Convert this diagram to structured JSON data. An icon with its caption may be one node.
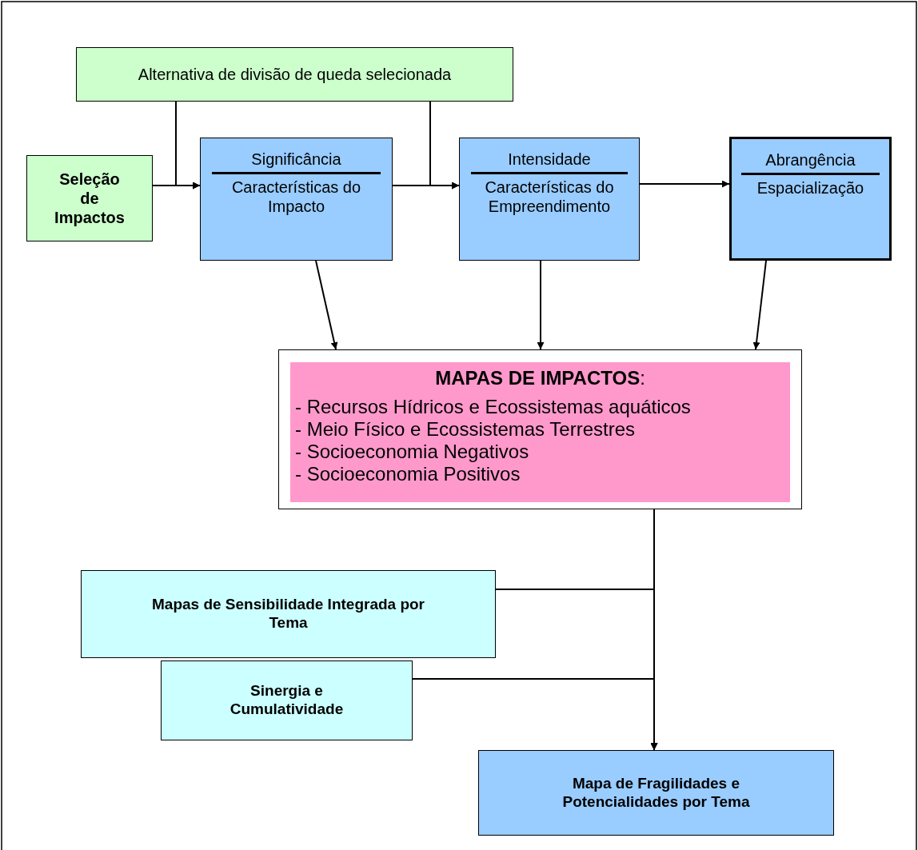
{
  "diagram": {
    "nodes": [
      {
        "text": [
          "Alternativa de divisão de queda selecionada"
        ]
      },
      {
        "text": [
          "Seleção de Impactos"
        ]
      },
      {
        "text": [
          "Significância",
          "Características do Impacto"
        ]
      },
      {
        "text": [
          "Intensidade",
          "Características do Empreendimento"
        ]
      },
      {
        "text": [
          "Abrangência",
          "Espacialização"
        ]
      },
      {
        "text": [
          "**MAPAS DE IMPACTOS**:",
          "- Recursos Hídricos e Ecossistemas aquáticos",
          "- Meio Físico e Ecossistemas Terrestres",
          "- Socioeconomia Negativos",
          "- Socioeconomia Positivos"
        ]
      },
      {
        "text": [
          "Mapas de Sensibilidade Integrada por Tema"
        ]
      },
      {
        "text": [
          "Sinergia e Cumulatividade"
        ]
      },
      {
        "text": [
          "Mapa de Fragilidades e Potencialidades por Tema"
        ]
      }
    ],
    "edges": [
      {
        "from": 0,
        "to": 2,
        "arrow": "to"
      },
      {
        "from": 1,
        "to": 2,
        "arrow": "to"
      },
      {
        "from": 0,
        "to": 3,
        "arrow": "to"
      },
      {
        "from": 2,
        "to": 3,
        "arrow": "to"
      },
      {
        "from": 3,
        "to": 4,
        "arrow": "to"
      },
      {
        "from": 2,
        "to": 5,
        "arrow": "to"
      },
      {
        "from": 3,
        "to": 5,
        "arrow": "to"
      },
      {
        "from": 4,
        "to": 5,
        "arrow": "to"
      },
      {
        "from": 5,
        "to": 8,
        "arrow": "to"
      },
      {
        "from": 6,
        "to": 8,
        "arrow": "to"
      },
      {
        "from": 7,
        "to": 8,
        "arrow": "to"
      }
    ]
  }
}
